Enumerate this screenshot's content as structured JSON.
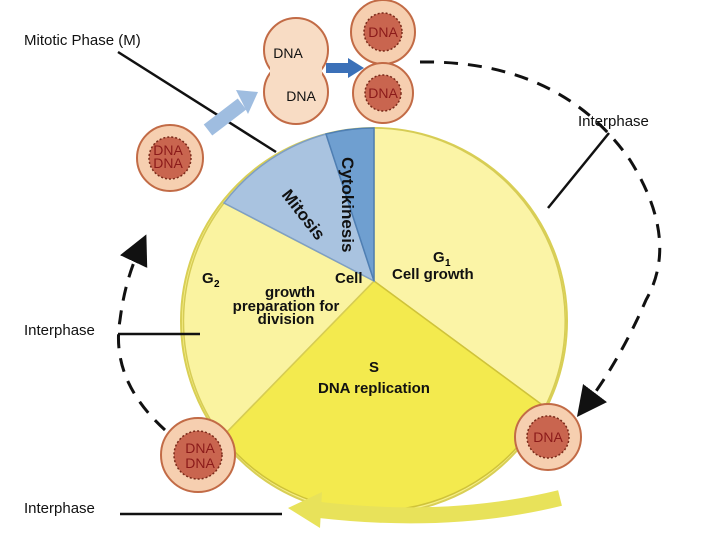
{
  "labels": {
    "mitotic_phase": "Mitotic Phase (M)",
    "interphase_right": "Interphase",
    "interphase_left": "Interphase",
    "interphase_bottom": "Interphase"
  },
  "cells": {
    "top_right_dna": "DNA",
    "dividing_top_dna": "DNA",
    "dividing_bottom_dna": "DNA",
    "small_right_dna": "DNA",
    "left_upper_dna_1": "DNA",
    "left_upper_dna_2": "DNA",
    "bottom_left_dna_1": "DNA",
    "bottom_left_dna_2": "DNA",
    "bottom_right_dna": "DNA"
  },
  "phases": {
    "cytokinesis": "Cytokinesis",
    "mitosis": "Mitosis",
    "g2_letter": "G",
    "g2_sub": "2",
    "g2_desc_1": "growth",
    "g2_desc_2": "preparation for",
    "g2_desc_3": "division",
    "cell_word": "Cell",
    "g1_letter": "G",
    "g1_sub": "1",
    "g1_desc": "Cell growth",
    "s_letter": "S",
    "s_desc": "DNA replication"
  },
  "colors": {
    "g1": "#fbf4a6",
    "s": "#f3ea4e",
    "g2": "#faf3a0",
    "mitosis": "#a9c3e0",
    "cytokinesis": "#6f9fd0",
    "rim": "#f6ef8a",
    "cell_outer": "#f6cfb0",
    "cell_nucleus": "#c9654f"
  }
}
